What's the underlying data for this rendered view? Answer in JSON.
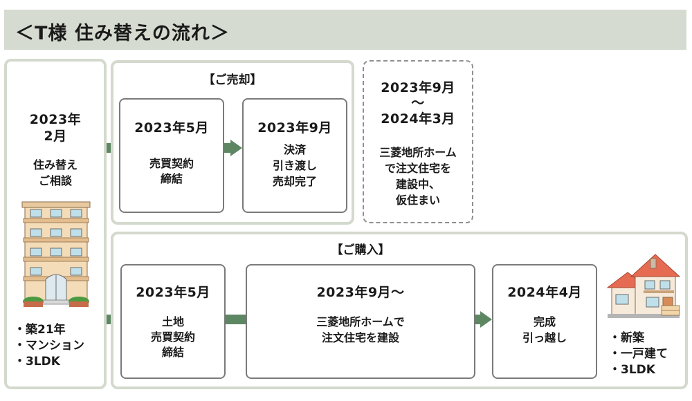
{
  "header": {
    "title": "＜T様 住み替えの流れ＞"
  },
  "consultation": {
    "date_line1": "2023年",
    "date_line2": "2月",
    "text_line1": "住み替え",
    "text_line2": "ご相談",
    "bullets": [
      "・築21年",
      "・マンション",
      "・3LDK"
    ]
  },
  "sale": {
    "section_label": "【ご売却】",
    "contract": {
      "date": "2023年5月",
      "line1": "売買契約",
      "line2": "締結"
    },
    "settlement": {
      "date": "2023年9月",
      "line1": "決済",
      "line2": "引き渡し",
      "line3": "売却完了"
    }
  },
  "interim": {
    "date_line1": "2023年9月",
    "date_line2": "〜",
    "date_line3": "2024年3月",
    "line1": "三菱地所ホーム",
    "line2": "で注文住宅を",
    "line3": "建設中、",
    "line4": "仮住まい"
  },
  "purchase": {
    "section_label": "【ご購入】",
    "land": {
      "date": "2023年5月",
      "line1": "土地",
      "line2": "売買契約",
      "line3": "締結"
    },
    "build": {
      "date": "2023年9月〜",
      "line1": "三菱地所ホームで",
      "line2": "注文住宅を建設"
    },
    "complete": {
      "date": "2024年4月",
      "line1": "完成",
      "line2": "引っ越し"
    },
    "bullets": [
      "・新築",
      "・一戸建て",
      "・3LDK"
    ]
  },
  "colors": {
    "header_bg": "#d5dbd0",
    "panel_border": "#d3dacd",
    "arrow": "#5d8763"
  },
  "icons": [
    "apartment-building-icon",
    "detached-house-icon"
  ]
}
